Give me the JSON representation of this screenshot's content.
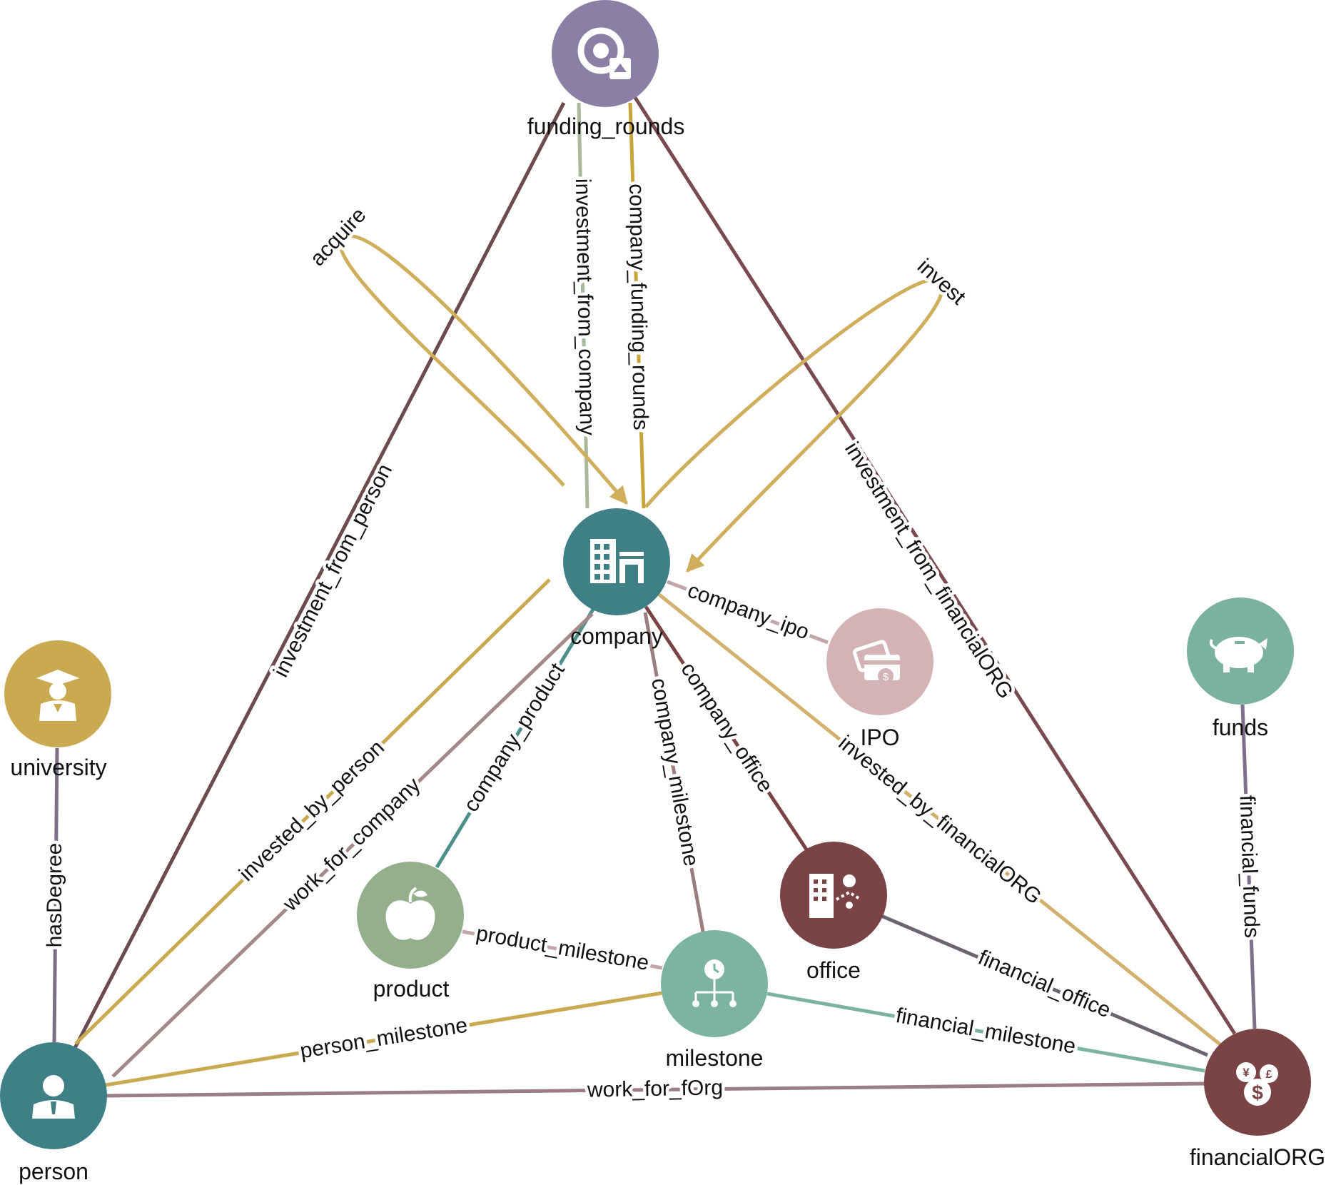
{
  "nodes": [
    {
      "id": "funding_rounds",
      "label": "funding_rounds",
      "color": "#8a7fa4",
      "icon": "funding-rounds-icon"
    },
    {
      "id": "company",
      "label": "company",
      "color": "#3f7f86",
      "icon": "building-icon"
    },
    {
      "id": "IPO",
      "label": "IPO",
      "color": "#d3b3b6",
      "icon": "ipo-cards-icon"
    },
    {
      "id": "funds",
      "label": "funds",
      "color": "#7bb1a1",
      "icon": "piggy-bank-icon"
    },
    {
      "id": "university",
      "label": "university",
      "color": "#c9aa50",
      "icon": "graduate-icon"
    },
    {
      "id": "product",
      "label": "product",
      "color": "#94af8b",
      "icon": "apple-icon"
    },
    {
      "id": "office",
      "label": "office",
      "color": "#7a4446",
      "icon": "office-icon"
    },
    {
      "id": "milestone",
      "label": "milestone",
      "color": "#7db3a3",
      "icon": "milestone-icon"
    },
    {
      "id": "person",
      "label": "person",
      "color": "#3f7f86",
      "icon": "person-icon"
    },
    {
      "id": "financialORG",
      "label": "financialORG",
      "color": "#7a4446",
      "icon": "currency-icon"
    }
  ],
  "edges": [
    {
      "id": "investment_from_person",
      "label": "investment_from_person",
      "source": "funding_rounds",
      "target": "person",
      "color": "#6b4b50"
    },
    {
      "id": "investment_from_company",
      "label": "investment_from_company",
      "source": "funding_rounds",
      "target": "company",
      "color": "#a9b89d"
    },
    {
      "id": "company_funding_rounds",
      "label": "company_funding_rounds",
      "source": "funding_rounds",
      "target": "company",
      "color": "#c8a63c"
    },
    {
      "id": "investment_from_financialORG",
      "label": "investment_from_financialORG",
      "source": "funding_rounds",
      "target": "financialORG",
      "color": "#7a4a52"
    },
    {
      "id": "acquire",
      "label": "acquire",
      "source": "company",
      "target": "company",
      "color": "#cfae5c"
    },
    {
      "id": "invest",
      "label": "invest",
      "source": "company",
      "target": "company",
      "color": "#cfae5c"
    },
    {
      "id": "company_ipo",
      "label": "company_ipo",
      "source": "company",
      "target": "IPO",
      "color": "#c3a6ab"
    },
    {
      "id": "company_product",
      "label": "company_product",
      "source": "company",
      "target": "product",
      "color": "#4d8f8a"
    },
    {
      "id": "company_milestone",
      "label": "company_milestone",
      "source": "company",
      "target": "milestone",
      "color": "#9b7f80"
    },
    {
      "id": "company_office",
      "label": "company_office",
      "source": "company",
      "target": "office",
      "color": "#7a4446"
    },
    {
      "id": "invested_by_financialORG",
      "label": "invested_by_financialORG",
      "source": "company",
      "target": "financialORG",
      "color": "#d1b16d"
    },
    {
      "id": "invested_by_person",
      "label": "invested_by_person",
      "source": "company",
      "target": "person",
      "color": "#c9aa50"
    },
    {
      "id": "work_for_company",
      "label": "work_for_company",
      "source": "company",
      "target": "person",
      "color": "#a3898c"
    },
    {
      "id": "hasDegree",
      "label": "hasDegree",
      "source": "university",
      "target": "person",
      "color": "#7d6f85"
    },
    {
      "id": "product_milestone",
      "label": "product_milestone",
      "source": "product",
      "target": "milestone",
      "color": "#c3a6ab"
    },
    {
      "id": "person_milestone",
      "label": "person_milestone",
      "source": "person",
      "target": "milestone",
      "color": "#c9aa50"
    },
    {
      "id": "financial_milestone",
      "label": "financial_milestone",
      "source": "milestone",
      "target": "financialORG",
      "color": "#7db3a3"
    },
    {
      "id": "financial_office",
      "label": "financial_office",
      "source": "office",
      "target": "financialORG",
      "color": "#6b6570"
    },
    {
      "id": "work_for_fOrg",
      "label": "work_for_fOrg",
      "source": "person",
      "target": "financialORG",
      "color": "#9a7d85"
    },
    {
      "id": "financial_funds",
      "label": "financial_funds",
      "source": "funds",
      "target": "financialORG",
      "color": "#7f6f8b"
    }
  ]
}
